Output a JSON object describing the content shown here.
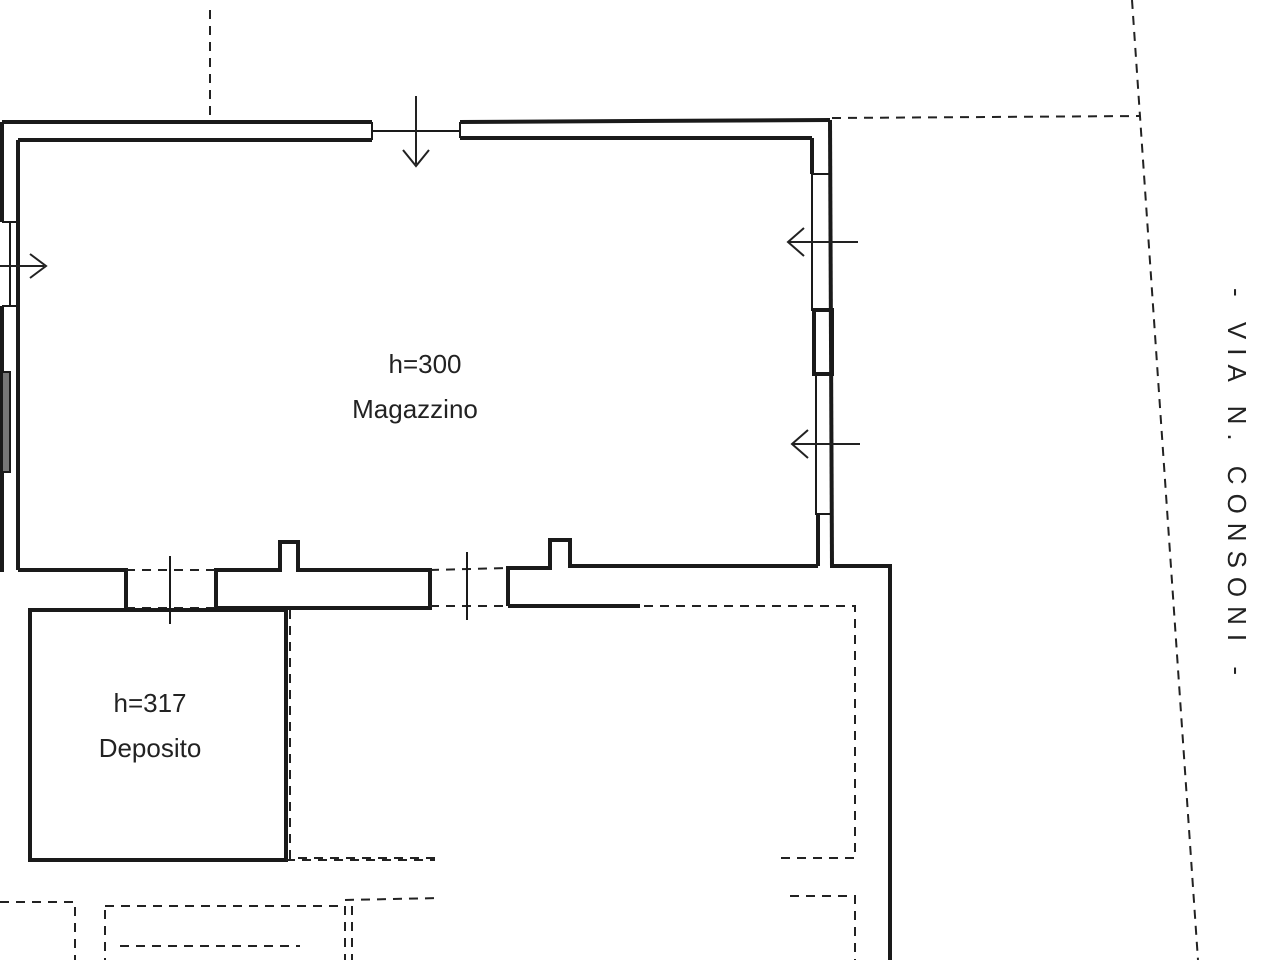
{
  "rooms": {
    "magazzino": {
      "height_label": "h=300",
      "name": "Magazzino"
    },
    "deposito": {
      "height_label": "h=317",
      "name": "Deposito"
    }
  },
  "street": {
    "label": "- VIA N. CONSONI -"
  }
}
